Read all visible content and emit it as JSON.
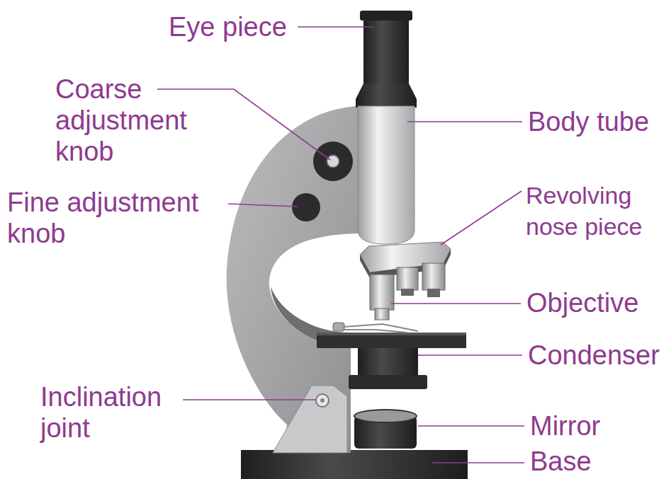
{
  "diagram": {
    "labels": [
      "Eye piece",
      "Coarse adjustment knob",
      "Fine adjustment knob",
      "Body tube",
      "Revolving nose piece",
      "Objective",
      "Condenser",
      "Inclination joint",
      "Mirror",
      "Base"
    ]
  }
}
